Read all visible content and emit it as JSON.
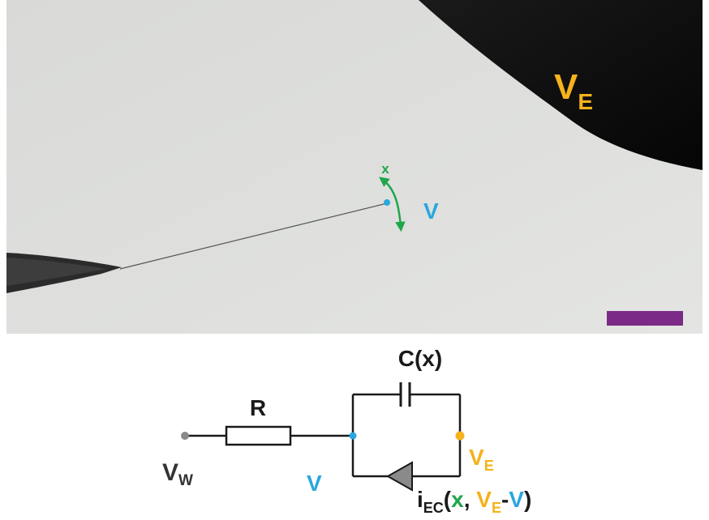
{
  "micrograph": {
    "electrode_label_main": "V",
    "electrode_label_sub": "E",
    "displacement_label": "x",
    "tip_potential_label": "V"
  },
  "circuit": {
    "capacitor_label": "C(x)",
    "resistor_label": "R",
    "source_label_main": "V",
    "source_label_sub": "W",
    "node_label": "V",
    "electrode_node_main": "V",
    "electrode_node_sub": "E",
    "current_source_label": {
      "i": "i",
      "i_sub": "EC",
      "open": "(",
      "x": "x",
      "comma": ", ",
      "ve_main": "V",
      "ve_sub": "E",
      "minus": "-",
      "v": "V",
      "close": ")"
    }
  },
  "colors": {
    "electrode": "#F5B21B",
    "tip": "#2BA6DE",
    "displacement": "#1FA64A",
    "scale_bar": "#7B2A86",
    "wire": "#1a1a1a",
    "source_terminal": "#8a8a8a"
  }
}
